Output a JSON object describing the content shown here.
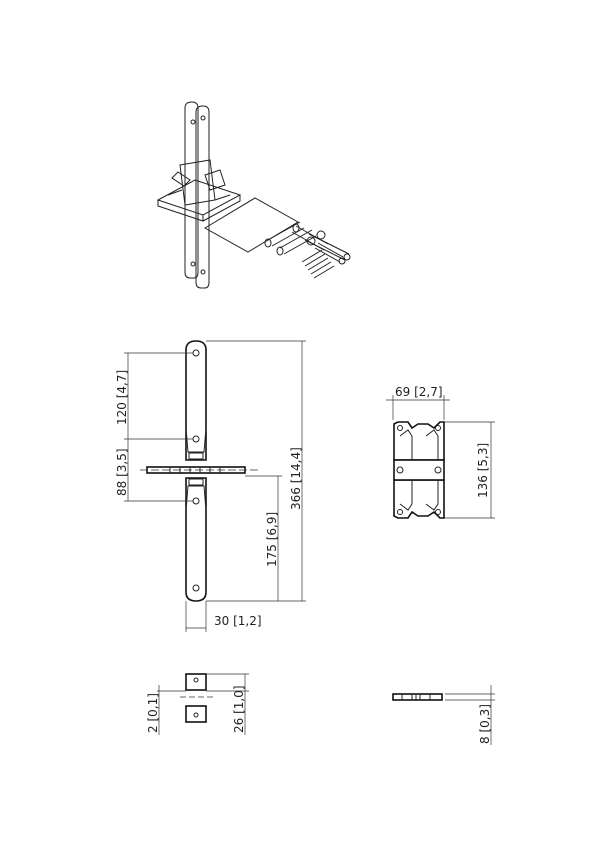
{
  "drawing": {
    "views": {
      "isometric": {
        "label": "isometric-assembly-view"
      },
      "front": {
        "dims": {
          "top_hole_spacing": {
            "mm": "120",
            "in": "4,7"
          },
          "center_spacing": {
            "mm": "88",
            "in": "3,5"
          },
          "lower_length": {
            "mm": "175",
            "in": "6,9"
          },
          "overall_height": {
            "mm": "366",
            "in": "14,4"
          },
          "width": {
            "mm": "30",
            "in": "1,2"
          }
        }
      },
      "profile": {
        "dims": {
          "width": {
            "mm": "69",
            "in": "2,7"
          },
          "height": {
            "mm": "136",
            "in": "5,3"
          }
        }
      },
      "side_small": {
        "dims": {
          "gap": {
            "mm": "2",
            "in": "0,1"
          },
          "height": {
            "mm": "26",
            "in": "1,0"
          }
        }
      },
      "plate_side": {
        "dims": {
          "thickness": {
            "mm": "8",
            "in": "0,3"
          }
        }
      }
    }
  }
}
